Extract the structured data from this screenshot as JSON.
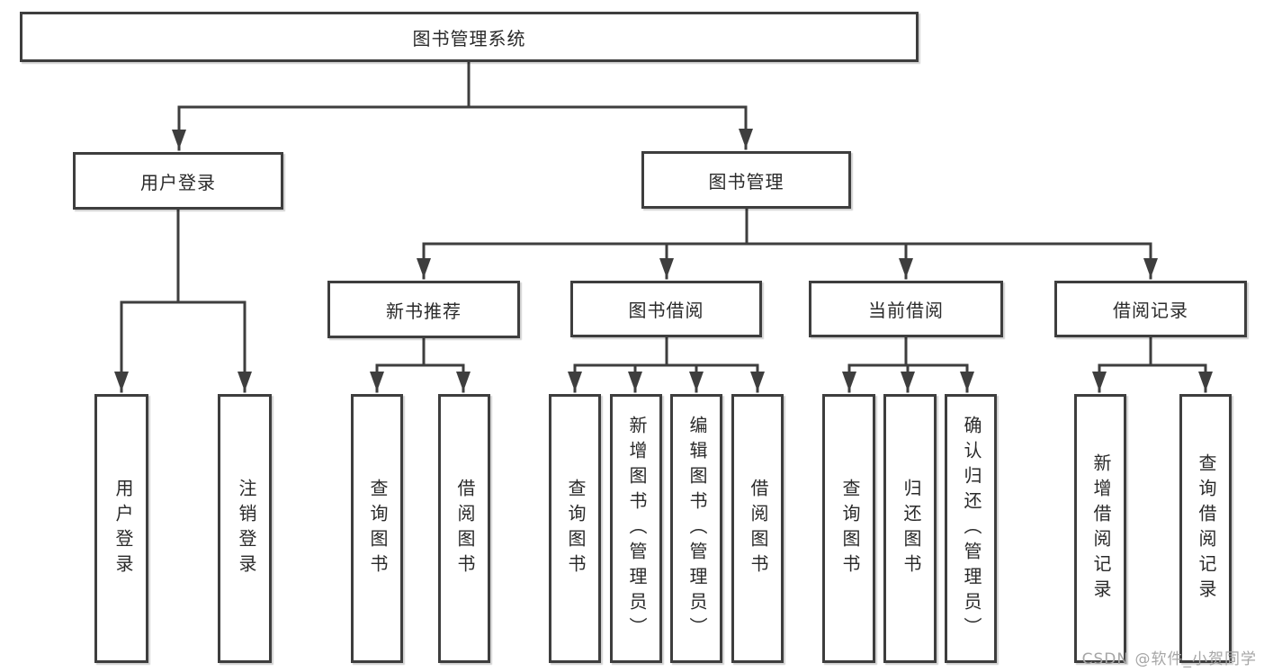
{
  "diagram": {
    "type": "tree",
    "root": {
      "label": "图书管理系统"
    },
    "level2": [
      {
        "label": "用户登录"
      },
      {
        "label": "图书管理"
      }
    ],
    "level3": [
      {
        "label": "新书推荐",
        "parent": "图书管理"
      },
      {
        "label": "图书借阅",
        "parent": "图书管理"
      },
      {
        "label": "当前借阅",
        "parent": "图书管理"
      },
      {
        "label": "借阅记录",
        "parent": "图书管理"
      }
    ],
    "leaves": [
      {
        "label": "用户登录",
        "parent": "用户登录"
      },
      {
        "label": "注销登录",
        "parent": "用户登录"
      },
      {
        "label": "查询图书",
        "parent": "新书推荐"
      },
      {
        "label": "借阅图书",
        "parent": "新书推荐"
      },
      {
        "label": "查询图书",
        "parent": "图书借阅"
      },
      {
        "label": "新增图书（管理员）",
        "parent": "图书借阅"
      },
      {
        "label": "编辑图书（管理员）",
        "parent": "图书借阅"
      },
      {
        "label": "借阅图书",
        "parent": "图书借阅"
      },
      {
        "label": "查询图书",
        "parent": "当前借阅"
      },
      {
        "label": "归还图书",
        "parent": "当前借阅"
      },
      {
        "label": "确认归还（管理员）",
        "parent": "当前借阅"
      },
      {
        "label": "新增借阅记录",
        "parent": "借阅记录"
      },
      {
        "label": "查询借阅记录",
        "parent": "借阅记录"
      }
    ],
    "colors": {
      "line": "#3e3e3e",
      "box_border": "#3e3e3e",
      "text": "#2a2a2a",
      "watermark_text_color": "#a6a6a6",
      "background": "#ffffff"
    }
  },
  "watermark": "CSDN @软件_小贺同学"
}
